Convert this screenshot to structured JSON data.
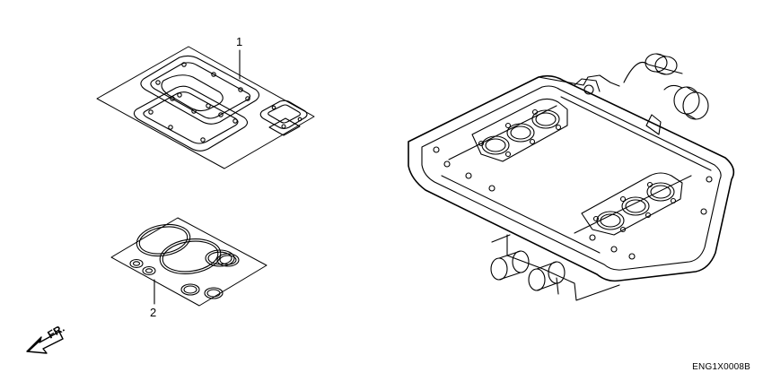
{
  "callouts": {
    "part1": "1",
    "part2": "2"
  },
  "front_arrow": {
    "label": "FR.",
    "icon": "front-direction-arrow-icon"
  },
  "diagram_code": "ENG1X0008B",
  "colors": {
    "ink": "#000000",
    "background": "#ffffff"
  }
}
